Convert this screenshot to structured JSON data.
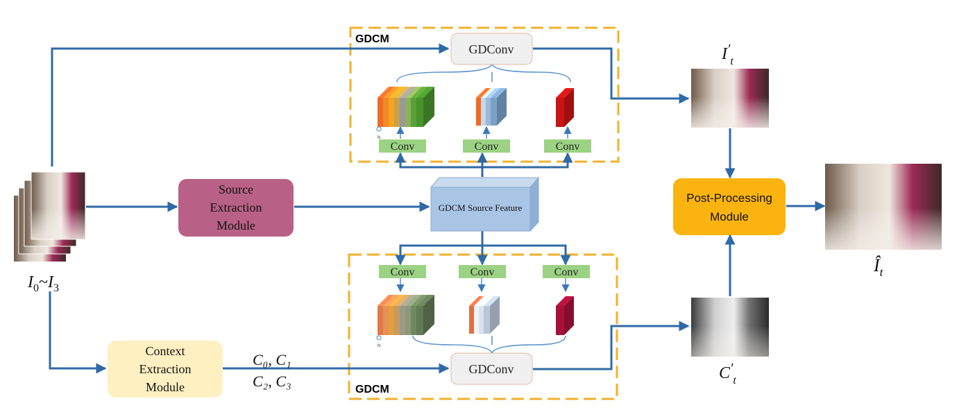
{
  "colors": {
    "arrow": "#2e6aa6",
    "gdcm_border": "#f2b12c",
    "source_module_fill": "#b86085",
    "context_module_fill": "#fff0c2",
    "post_module_fill": "#fbb40f",
    "gdconv_fill": "#f0f0f0",
    "conv_fill": "#9bd283",
    "source_feature_fill": "#a8c5e6"
  },
  "gdcm_top": {
    "title": "GDCM",
    "gdconv_label": "GDConv",
    "conv_labels": [
      "Conv",
      "Conv",
      "Conv"
    ],
    "stack_mark": "N"
  },
  "gdcm_bottom": {
    "title": "GDCM",
    "gdconv_label": "GDConv",
    "conv_labels": [
      "Conv",
      "Conv",
      "Conv"
    ],
    "stack_mark": "N"
  },
  "source_module": {
    "line1": "Source",
    "line2": "Extraction",
    "line3": "Module"
  },
  "context_module": {
    "line1": "Context",
    "line2": "Extraction",
    "line3": "Module"
  },
  "post_module": {
    "line1": "Post-Processing",
    "line2": "Module"
  },
  "source_feature": {
    "label": "GDCM Source Feature"
  },
  "labels": {
    "input": {
      "a": "I",
      "a_sub": "0",
      "tilde": "~",
      "b": "I",
      "b_sub": "3"
    },
    "context_features": {
      "row1": "C₀, C₁",
      "row2": "C₂, C₃"
    },
    "frame_out": {
      "base": "I",
      "sub": "t",
      "prime": "′"
    },
    "context_out": {
      "base": "C",
      "sub": "t",
      "prime": "′"
    },
    "final_out": {
      "base": "Î",
      "sub": "t"
    }
  }
}
